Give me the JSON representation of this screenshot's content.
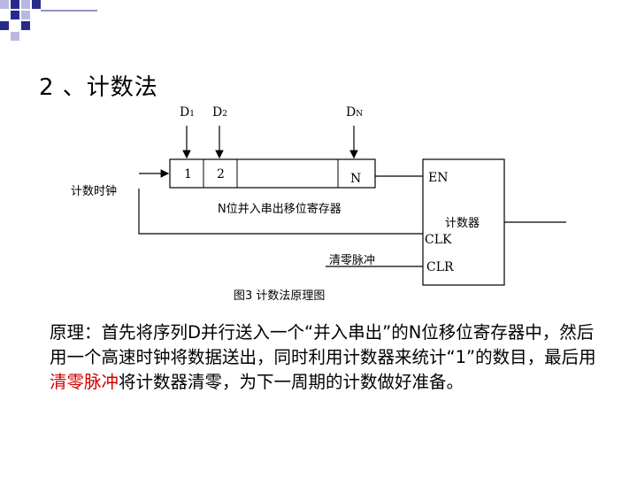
{
  "heading": "2 、计数法",
  "diagram": {
    "input_d1": "D",
    "input_d1_sub": "1",
    "input_d2": "D",
    "input_d2_sub": "2",
    "input_dn": "D",
    "input_dn_sub": "N",
    "cell_1": "1",
    "cell_2": "2",
    "cell_n": "N",
    "register_label": "N位并入串出移位寄存器",
    "clock_label": "计数时钟",
    "clear_label": "清零脉冲",
    "counter_label": "计数器",
    "pin_en": "EN",
    "pin_clk": "CLK",
    "pin_clr": "CLR",
    "caption": "图3  计数法原理图"
  },
  "paragraph": {
    "before": "原理：首先将序列D并行送入一个“并入串出”的N位移位寄存器中，然后用一个高速时钟将数据送出，同时利用计数器来统计“1”的数目，最后用",
    "highlight": "清零脉冲",
    "after": "将计数器清零，为下一周期的计数做好准备。"
  },
  "colors": {
    "highlight": "#d00000",
    "deco_blue": "#2a2a8a",
    "deco_light": "#b8b8e0"
  }
}
